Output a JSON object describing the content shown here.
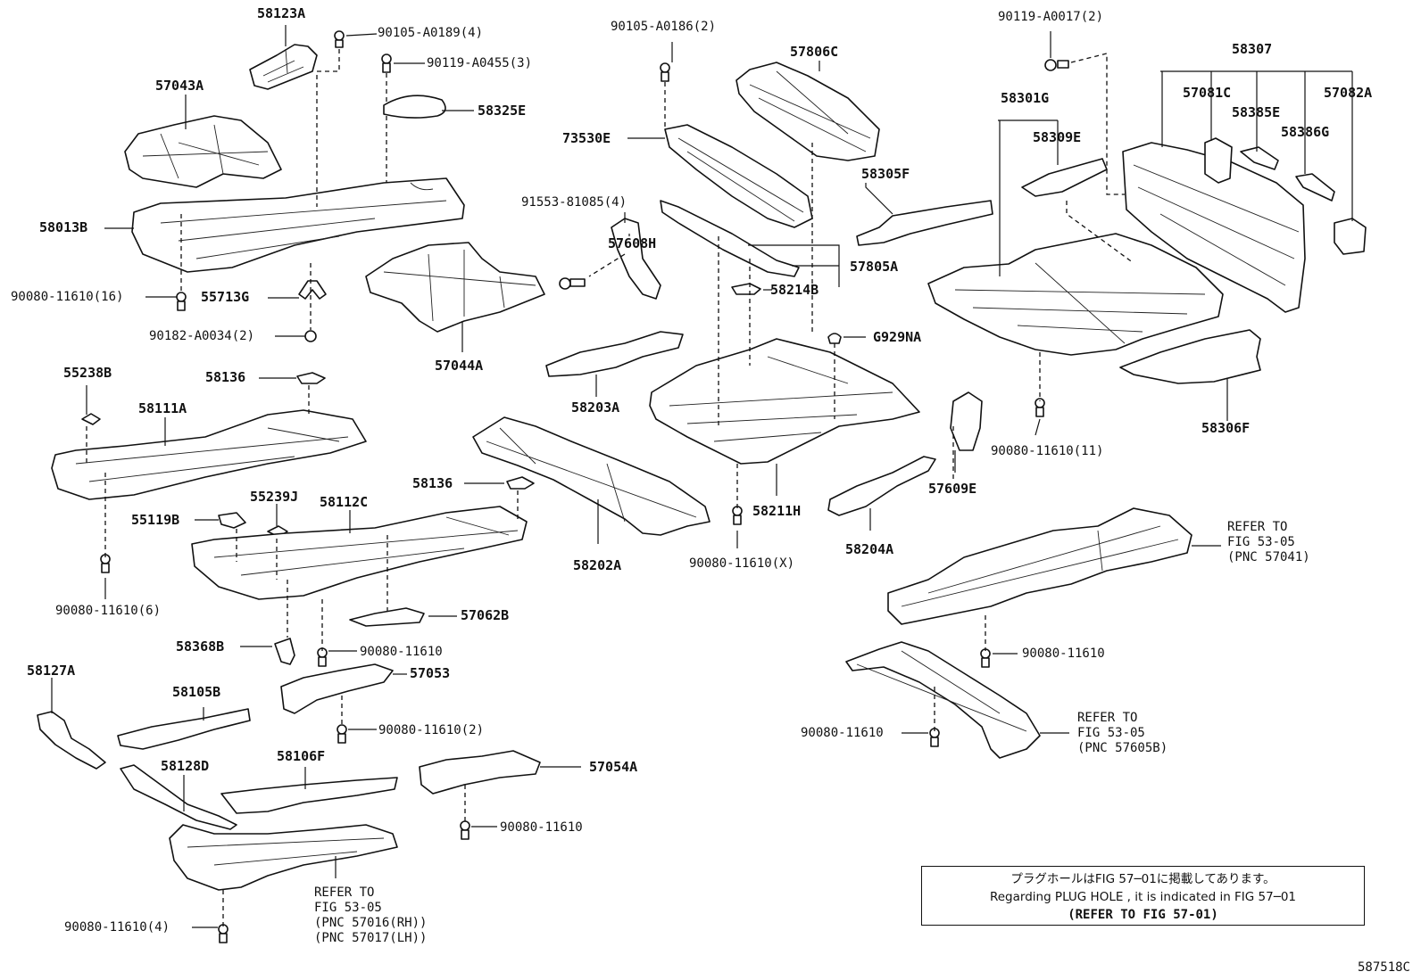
{
  "labels": {
    "p58123A": "58123A",
    "p90105_0189": "90105-A0189(4)",
    "p57043A": "57043A",
    "p90119_0455": "90119-A0455(3)",
    "p58325E": "58325E",
    "p58013B": "58013B",
    "p90080_16": "90080-11610(16)",
    "p55713G": "55713G",
    "p90182": "90182-A0034(2)",
    "p57044A": "57044A",
    "p90105_0186": "90105-A0186(2)",
    "p57806C": "57806C",
    "p73530E": "73530E",
    "p91553": "91553-81085(4)",
    "p57608H": "57608H",
    "p58305F": "58305F",
    "p57805A": "57805A",
    "p58214B": "58214B",
    "pG929NA": "G929NA",
    "p58203A": "58203A",
    "p90119_0017": "90119-A0017(2)",
    "p58307": "58307",
    "p57081C": "57081C",
    "p57082A": "57082A",
    "p58301G": "58301G",
    "p58385E": "58385E",
    "p58309E": "58309E",
    "p58386G": "58386G",
    "p58306F": "58306F",
    "p90080_11": "90080-11610(11)",
    "p55238B": "55238B",
    "p58136a": "58136",
    "p58111A": "58111A",
    "p58136b": "58136",
    "p55239J": "55239J",
    "p58112C": "58112C",
    "p55119B": "55119B",
    "p58202A": "58202A",
    "p58211H": "58211H",
    "p90080_X": "90080-11610(X)",
    "p57609E": "57609E",
    "p58204A": "58204A",
    "p90080_6": "90080-11610(6)",
    "p57062B": "57062B",
    "p58368B": "58368B",
    "p90080_a": "90080-11610",
    "p58127A": "58127A",
    "p57053": "57053",
    "p58105B": "58105B",
    "p90080_2": "90080-11610(2)",
    "p58128D": "58128D",
    "p58106F": "58106F",
    "p57054A": "57054A",
    "p90080_b": "90080-11610",
    "p90080_4": "90080-11610(4)",
    "p90080_c": "90080-11610",
    "p90080_d": "90080-11610"
  },
  "refs": {
    "ref1": [
      "REFER TO",
      "FIG 53-05",
      "(PNC 57041)"
    ],
    "ref2": [
      "REFER TO",
      "FIG 53-05",
      "(PNC 57605B)"
    ],
    "ref3": [
      "REFER TO",
      "FIG 53-05",
      "(PNC 57016(RH))",
      "(PNC 57017(LH))"
    ]
  },
  "note": {
    "jp": "プラグホールはFIG 57─01に掲載してあります。",
    "en": "Regarding PLUG HOLE , it is indicated in FIG 57─01",
    "ref": "(REFER TO FIG 57-01)"
  },
  "catalog_id": "587518C"
}
